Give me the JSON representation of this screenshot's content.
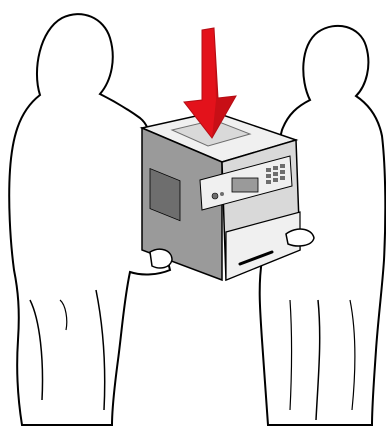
{
  "illustration": {
    "subject": "two-person-lift-printer",
    "people_count": 2,
    "arrow_direction": "down"
  },
  "colors": {
    "outline": "#000000",
    "figure_fill": "#ffffff",
    "printer_light": "#f0f0f0",
    "printer_mid": "#d9d9d9",
    "printer_dark": "#9a9a9a",
    "printer_shadow": "#6e6e6e",
    "arrow_red": "#e3121b",
    "arrow_dark": "#b50d14"
  }
}
